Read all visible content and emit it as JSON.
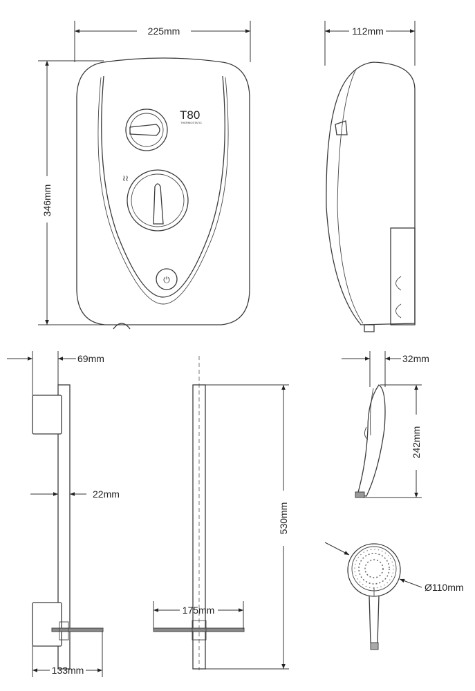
{
  "product": {
    "logo_model": "T80",
    "logo_sub": "THERMOSTATIC"
  },
  "dimensions": {
    "shower_width": "225mm",
    "shower_height": "346mm",
    "shower_depth": "112mm",
    "rail_projection": "69mm",
    "rail_diameter": "22mm",
    "soap_dish_depth": "133mm",
    "soap_dish_width": "175mm",
    "rail_length": "530mm",
    "handset_depth": "32mm",
    "handset_length": "242mm",
    "handset_head_diameter": "Ø110mm"
  },
  "colors": {
    "line": "#3a3a3a",
    "background": "#ffffff"
  }
}
